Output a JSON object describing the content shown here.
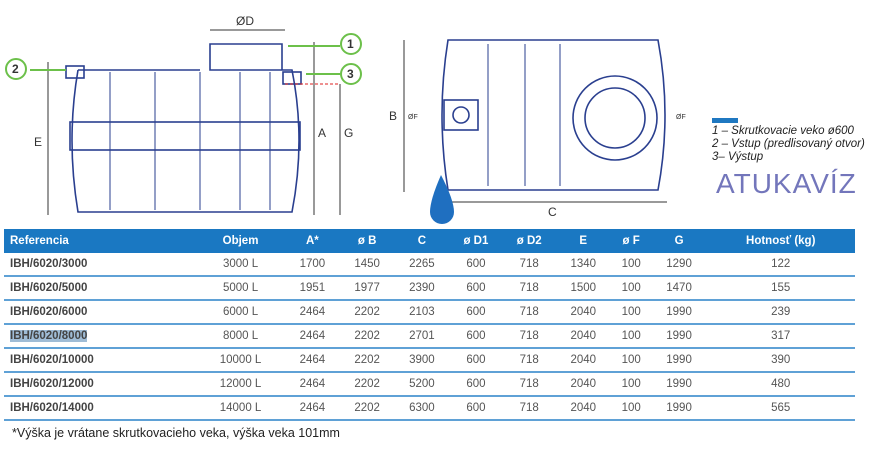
{
  "drawing": {
    "labels": {
      "d": "ØD",
      "a": "A",
      "g": "G",
      "e": "E",
      "b": "B",
      "c": "C",
      "f1": "ØF",
      "f2": "ØF",
      "n1": "1",
      "n2": "2",
      "n3": "3"
    }
  },
  "legend": {
    "items": [
      "1 – Skrutkovacie veko ø600",
      "2 – Vstup (predlisovaný otvor)",
      "3– Výstup"
    ],
    "accent": "#1f78c1"
  },
  "watermark": "ATUKAVÍZ",
  "table": {
    "headers": [
      "Referencia",
      "Objem",
      "A*",
      "ø B",
      "C",
      "ø D1",
      "ø D2",
      "E",
      "ø F",
      "G",
      "Hotnosť (kg)"
    ],
    "rows": [
      [
        "IBH/6020/3000",
        "3000 L",
        "1700",
        "1450",
        "2265",
        "600",
        "718",
        "1340",
        "100",
        "1290",
        "122"
      ],
      [
        "IBH/6020/5000",
        "5000 L",
        "1951",
        "1977",
        "2390",
        "600",
        "718",
        "1500",
        "100",
        "1470",
        "155"
      ],
      [
        "IBH/6020/6000",
        "6000 L",
        "2464",
        "2202",
        "2103",
        "600",
        "718",
        "2040",
        "100",
        "1990",
        "239"
      ],
      [
        "IBH/6020/8000",
        "8000 L",
        "2464",
        "2202",
        "2701",
        "600",
        "718",
        "2040",
        "100",
        "1990",
        "317"
      ],
      [
        "IBH/6020/10000",
        "10000 L",
        "2464",
        "2202",
        "3900",
        "600",
        "718",
        "2040",
        "100",
        "1990",
        "390"
      ],
      [
        "IBH/6020/12000",
        "12000 L",
        "2464",
        "2202",
        "5200",
        "600",
        "718",
        "2040",
        "100",
        "1990",
        "480"
      ],
      [
        "IBH/6020/14000",
        "14000 L",
        "2464",
        "2202",
        "6300",
        "600",
        "718",
        "2040",
        "100",
        "1990",
        "565"
      ]
    ],
    "highlight_row": 3
  },
  "footnote": "*Výška je vrátane skrutkovacieho veka, výška veka 101mm",
  "colors": {
    "header": "#1a78c2",
    "drawing": "#2a3f8f",
    "callout": "#6cc04a"
  }
}
